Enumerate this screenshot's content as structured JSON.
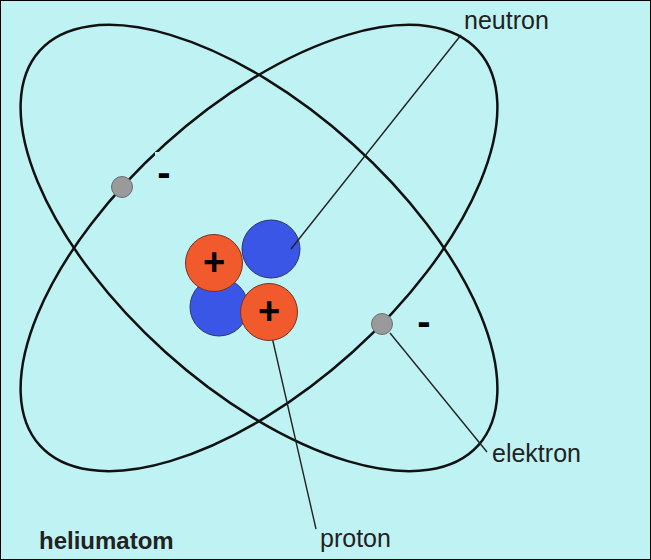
{
  "diagram": {
    "title": "heliumatom",
    "nodes": [
      {
        "text": [
          "-"
        ]
      },
      {
        "text": [
          "+"
        ]
      },
      {
        "text": [
          "+"
        ]
      },
      {
        "text": [
          "-"
        ]
      }
    ],
    "labels": [
      "neutron",
      "elektron",
      "proton"
    ]
  }
}
